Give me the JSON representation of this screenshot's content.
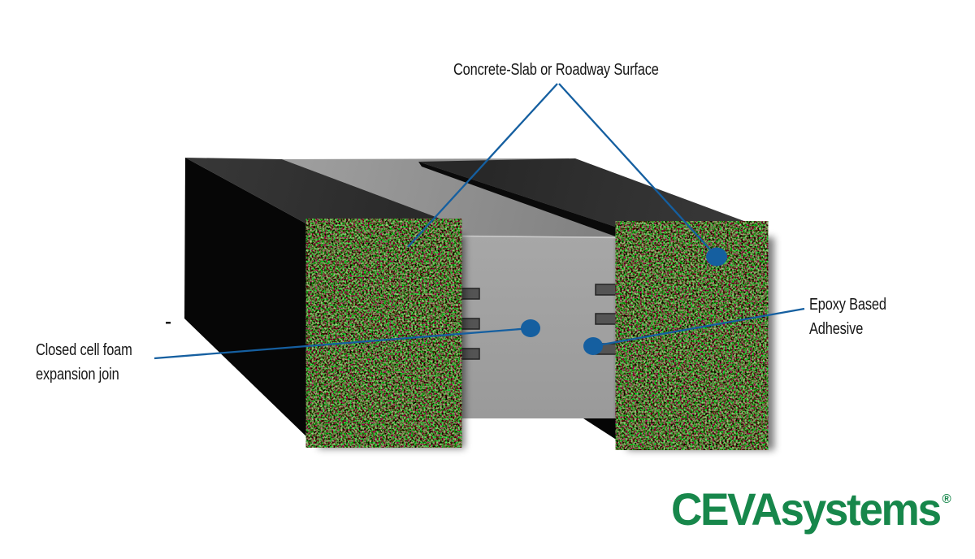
{
  "diagram": {
    "title_label": "Concrete-Slab or Roadway Surface",
    "foam_label_line1": "Closed cell foam",
    "foam_label_line2": "expansion join",
    "adhesive_label_line1": "Epoxy Based",
    "adhesive_label_line2": "Adhesive"
  },
  "logo": {
    "text": "CEVAsystems",
    "registered": "®"
  },
  "colors": {
    "leader_blue": "#155FA0",
    "logo_green": "#17874B",
    "label_text": "#161616"
  }
}
